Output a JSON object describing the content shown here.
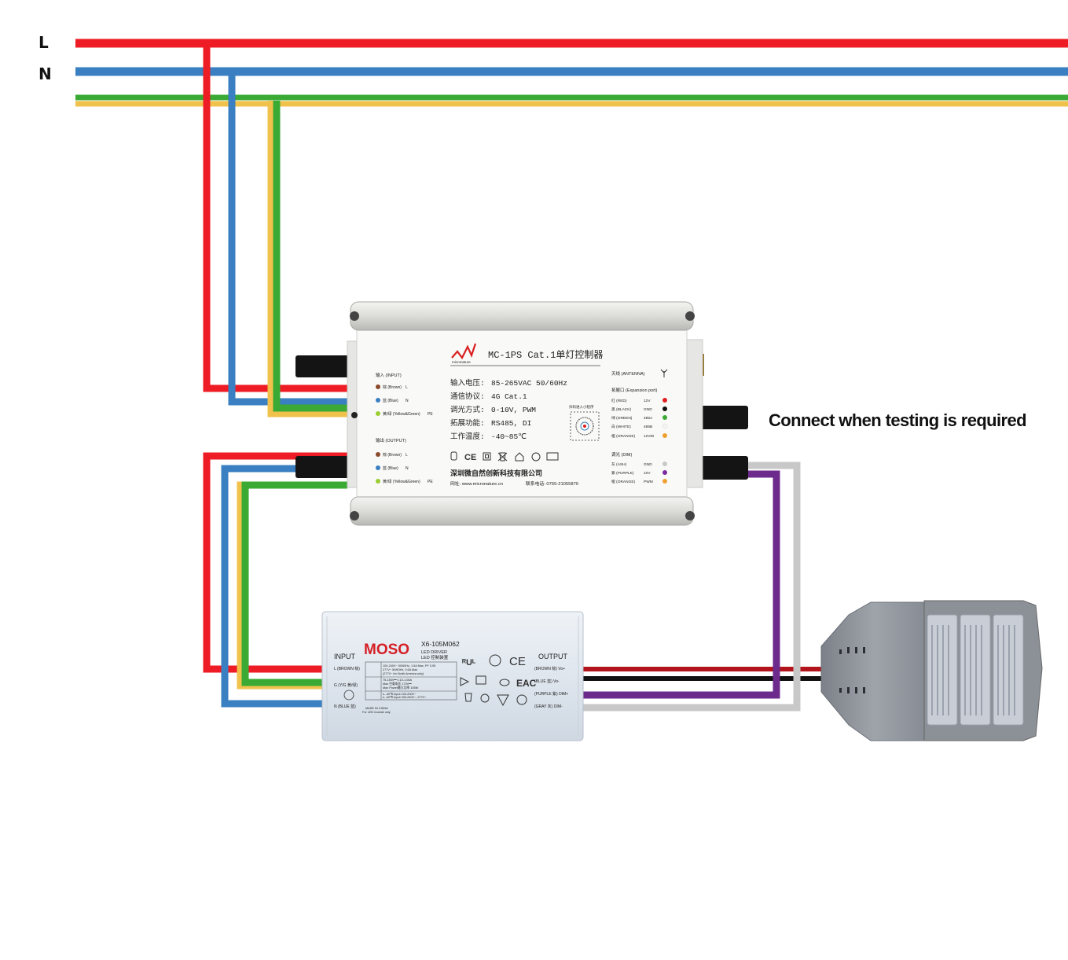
{
  "bus_labels": {
    "live": "L",
    "neutral": "N"
  },
  "note": "Connect when testing is required",
  "colors": {
    "live": "#ee1c24",
    "neutral": "#3a7fc1",
    "earth_green": "#3aaa35",
    "earth_yellow": "#f0c24b",
    "purple": "#6b2a8c",
    "grey": "#c8c8c8",
    "black": "#111111",
    "dark_red": "#b3141b"
  },
  "controller": {
    "brand_logo": "micronature",
    "title": "MC-1PS Cat.1单灯控制器",
    "specs": [
      {
        "label": "输入电压:",
        "value": "85-265VAC 50/60Hz"
      },
      {
        "label": "通信协议:",
        "value": "4G Cat.1"
      },
      {
        "label": "调光方式:",
        "value": "0-10V, PWM"
      },
      {
        "label": "拓展功能:",
        "value": "RS485, DI"
      },
      {
        "label": "工作温度:",
        "value": "-40~85℃"
      }
    ],
    "input_header": "输入 (INPUT)",
    "input_wires": [
      {
        "name": "棕 (Brown)",
        "code": "L",
        "color": "#8b4a2b"
      },
      {
        "name": "蓝 (Blue)",
        "code": "N",
        "color": "#3a7fc1"
      },
      {
        "name": "黄/绿 (Yellow&Green)",
        "code": "PE",
        "color": "#9acd32"
      }
    ],
    "output_header": "输出 (OUTPUT)",
    "output_wires": [
      {
        "name": "棕 (Brown)",
        "code": "L",
        "color": "#8b4a2b"
      },
      {
        "name": "蓝 (Blue)",
        "code": "N",
        "color": "#3a7fc1"
      },
      {
        "name": "黄/绿 (Yellow&Green)",
        "code": "PE",
        "color": "#9acd32"
      }
    ],
    "qr_caption": "扫码进入小程序",
    "antenna_label": "天线 (ANTENNA)",
    "expansion_header": "拓展口 (Expansion port)",
    "expansion_rows": [
      {
        "name": "红 (RED)",
        "value": "12V",
        "color": "#e02020"
      },
      {
        "name": "黑 (BLACK)",
        "value": "GND",
        "color": "#111111"
      },
      {
        "name": "绿 (GREEN)",
        "value": "485A",
        "color": "#3aaa35"
      },
      {
        "name": "白 (WHITE)",
        "value": "485B",
        "color": "#f4f4f4"
      },
      {
        "name": "橙 (ORANGE)",
        "value": "12VDI",
        "color": "#f0a030"
      }
    ],
    "dim_header": "调光 (DIM)",
    "dim_rows": [
      {
        "name": "灰 (ASH)",
        "value": "GND",
        "color": "#c8c8c8"
      },
      {
        "name": "紫 (PURPLE)",
        "value": "10V",
        "color": "#7b2aa0"
      },
      {
        "name": "橙 (ORANGE)",
        "value": "PWM",
        "color": "#f0a030"
      }
    ],
    "company": "深圳微自然创新科技有限公司",
    "website": "网址: www.micronature.cn",
    "phone": "联系电话: 0755-21055870",
    "cert_icons": [
      "rohs-icon",
      "ce-mark",
      "class-ii-icon",
      "weee-bin-icon",
      "home-icon",
      "ip-icon",
      "ip66-icon"
    ]
  },
  "driver": {
    "brand": "MOSO",
    "model": "X6-105M062",
    "sub1": "LED DRIVER",
    "sub2": "LED 控制装置",
    "input_label": "INPUT",
    "output_label": "OUTPUT",
    "input_pins": [
      "L (BROWN 棕)",
      "G (Y/G 黄/绿)",
      "N (BLUE 蓝)"
    ],
    "output_pins": [
      "(BROWN 棕) Vo+",
      "(BLUE 蓝) Vo-",
      "(PURPLE 紫) DIM+",
      "(GRAY 灰) DIM-"
    ],
    "spec_rows": [
      "100-240V~ 50/60Hz, 1.5A Max, PF 0.95",
      "277V~ 50/60Hz, 0.6A Max",
      "(277V~ for North America only)",
      "75-150V⎓ 0.10-1.05A",
      "Max.空载电压 170V⎓",
      "Max Power最大功率 105W",
      "tₐ -40℃ input 100-200V~",
      "tₐ -40℃ input 200-240V~, 277V~"
    ],
    "made_in": "MADE IN CHINA",
    "usage": "For LED module only"
  }
}
